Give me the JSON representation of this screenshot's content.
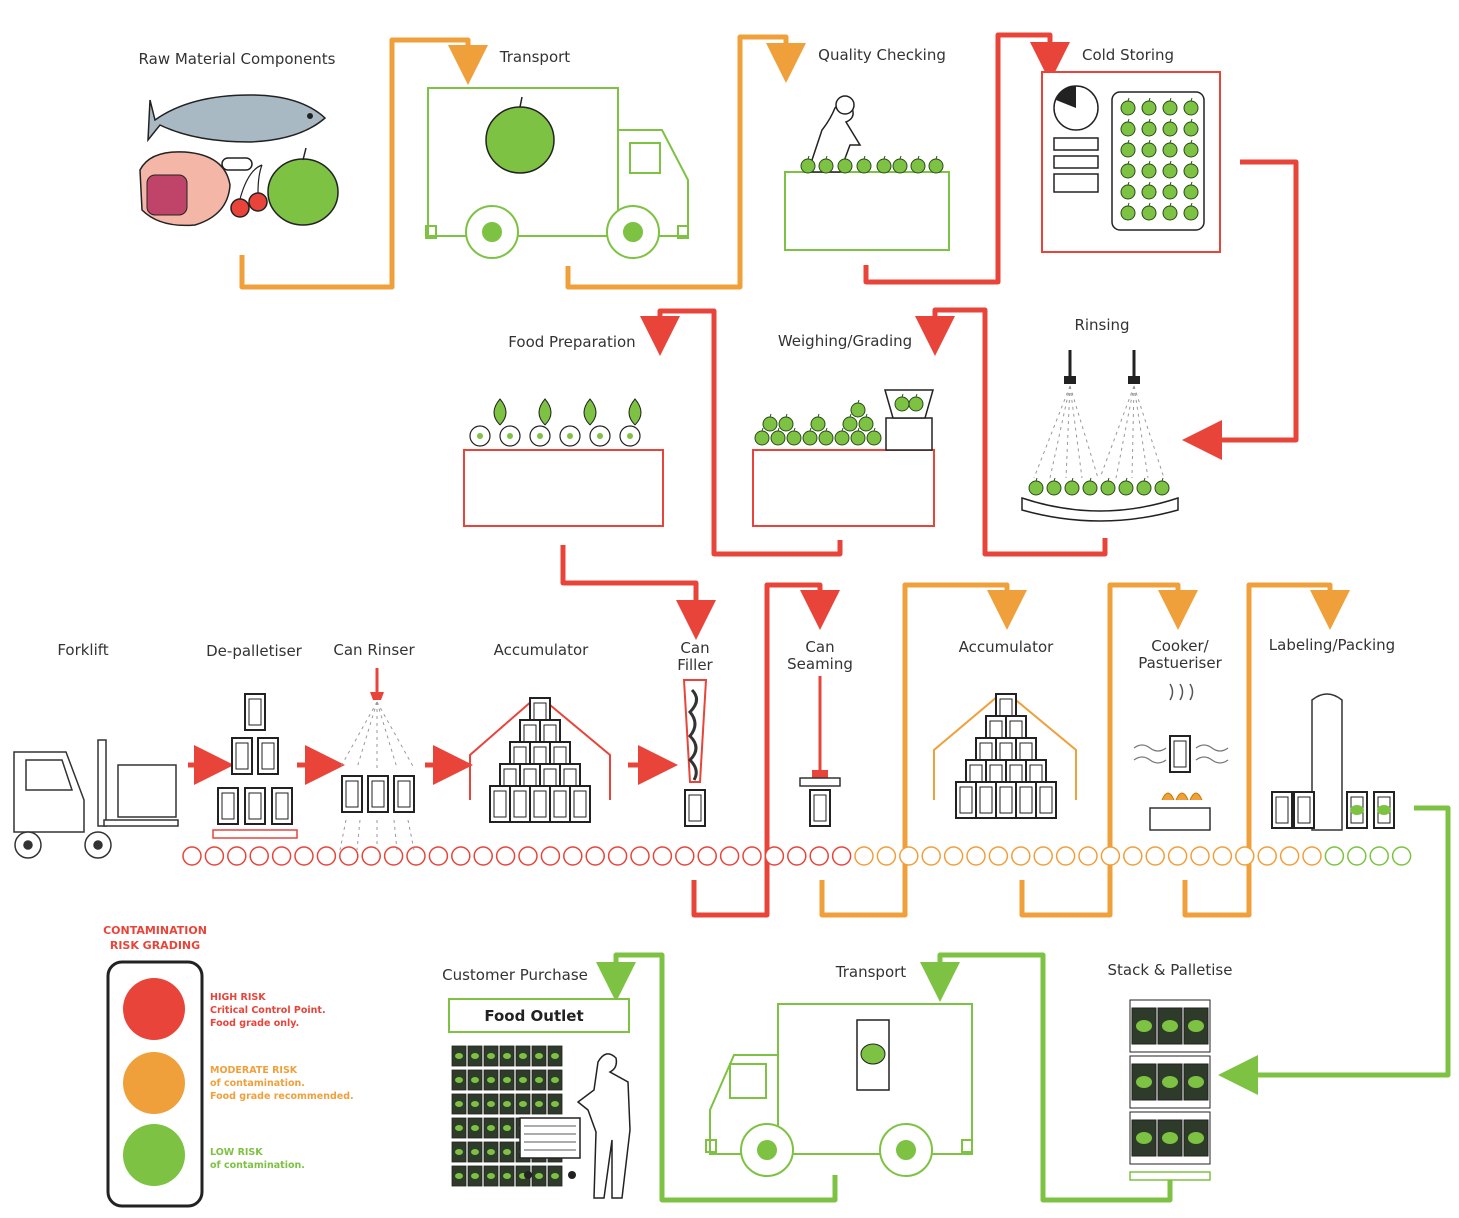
{
  "colors": {
    "high": "#e8443a",
    "moderate": "#f0a03a",
    "low": "#7dc242",
    "ink": "#333333"
  },
  "stages": {
    "raw": "Raw Material Components",
    "transport_in": "Transport",
    "quality": "Quality Checking",
    "cold": "Cold Storing",
    "rinsing": "Rinsing",
    "weighing": "Weighing/Grading",
    "food_prep": "Food Preparation",
    "forklift": "Forklift",
    "depalletiser": "De-palletiser",
    "can_rinser": "Can Rinser",
    "accumulator_1": "Accumulator",
    "can_filler_1": "Can",
    "can_filler_2": "Filler",
    "can_seaming_1": "Can",
    "can_seaming_2": "Seaming",
    "accumulator_2": "Accumulator",
    "cooker_1": "Cooker/",
    "cooker_2": "Pastueriser",
    "labeling": "Labeling/Packing",
    "stack": "Stack & Palletise",
    "transport_out": "Transport",
    "customer": "Customer Purchase",
    "food_outlet": "Food Outlet"
  },
  "legend": {
    "title_1": "CONTAMINATION",
    "title_2": "RISK GRADING",
    "high_1": "HIGH RISK",
    "high_2": "Critical Control Point.",
    "high_3": "Food grade only.",
    "moderate_1": "MODERATE RISK",
    "moderate_2": "of contamination.",
    "moderate_3": "Food grade recommended.",
    "low_1": "LOW RISK",
    "low_2": "of contamination."
  }
}
